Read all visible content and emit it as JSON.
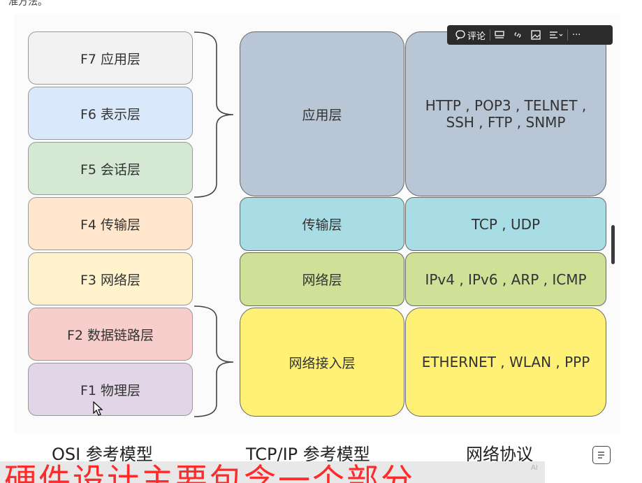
{
  "top_text": "准方法。",
  "toolbar": {
    "comment_label": "评论",
    "more_label": "···"
  },
  "osi_layers": [
    {
      "label": "F7 应用层",
      "color": "#f2f2f2"
    },
    {
      "label": "F6 表示层",
      "color": "#dae8fc"
    },
    {
      "label": "F5 会话层",
      "color": "#d5e8d4"
    },
    {
      "label": "F4 传输层",
      "color": "#ffe6cc"
    },
    {
      "label": "F3 网络层",
      "color": "#fff2cc"
    },
    {
      "label": "F2 数据链路层",
      "color": "#f8cecc"
    },
    {
      "label": "F1 物理层",
      "color": "#e1d5e7"
    }
  ],
  "tcpip_layers": [
    {
      "label": "应用层",
      "color": "#b8c6d6"
    },
    {
      "label": "传输层",
      "color": "#a9dde6"
    },
    {
      "label": "网络层",
      "color": "#cfe097"
    },
    {
      "label": "网络接入层",
      "color": "#fff176"
    }
  ],
  "protocols": [
    {
      "line1": "HTTP , POP3 , TELNET ,",
      "line2": "SSH , FTP , SNMP"
    },
    {
      "line1": "TCP , UDP",
      "line2": ""
    },
    {
      "line1": "IPv4 , IPv6 , ARP , ICMP",
      "line2": ""
    },
    {
      "line1": "ETHERNET , WLAN , PPP",
      "line2": ""
    }
  ],
  "captions": {
    "osi": "OSI 参考模型",
    "tcpip": "TCP/IP 参考模型",
    "protocols": "网络协议"
  },
  "banner": {
    "text": "硬件设计主要包含一个部分",
    "ai_tag": "AI"
  }
}
